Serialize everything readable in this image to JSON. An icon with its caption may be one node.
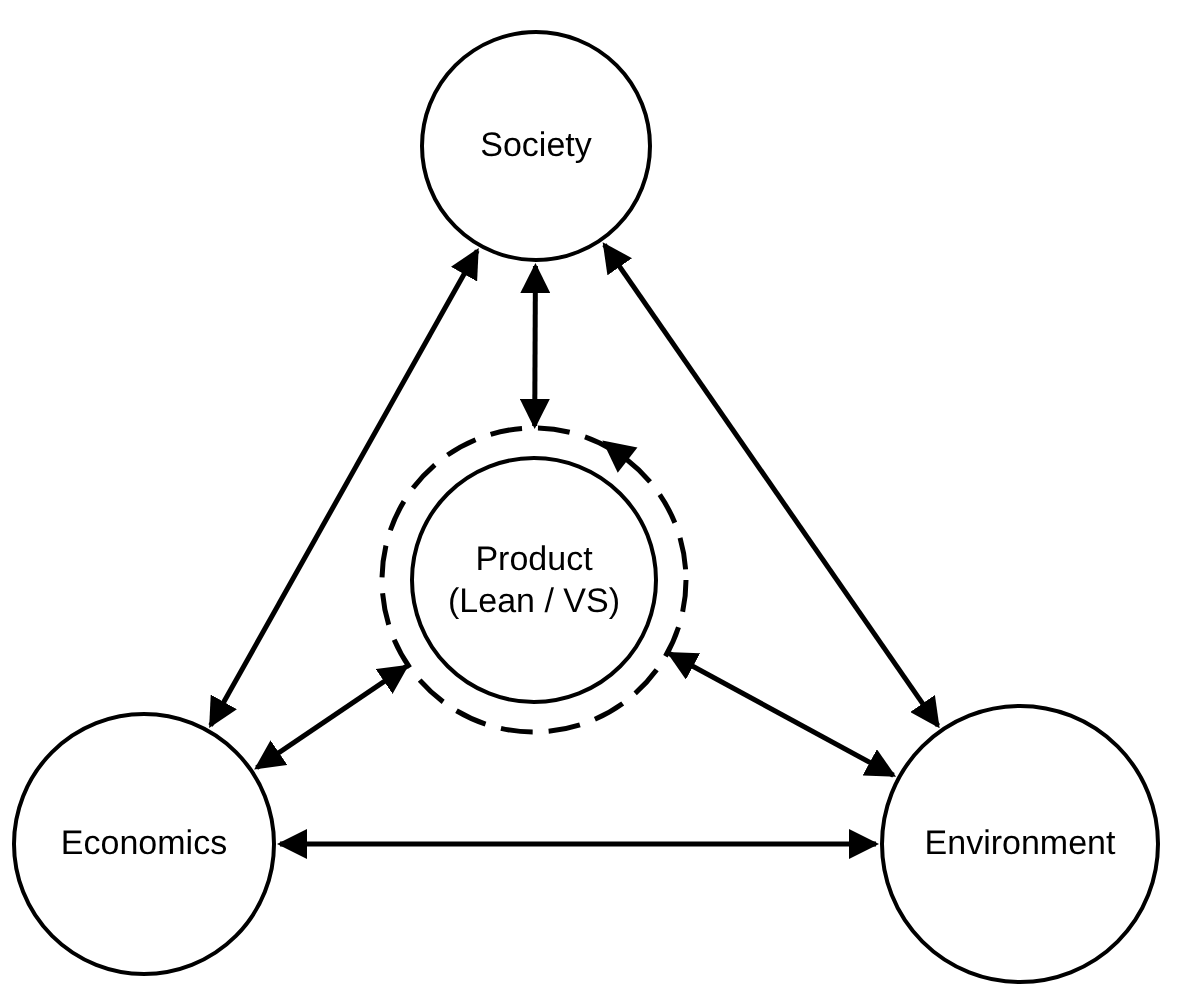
{
  "diagram": {
    "nodes": [
      {
        "text": [
          "Society"
        ]
      },
      {
        "text": [
          "Product (Lean / VS)"
        ]
      },
      {
        "text": [
          "Economics"
        ]
      },
      {
        "text": [
          "Environment"
        ]
      }
    ],
    "edges": [
      {
        "from": 0,
        "to": 2,
        "arrow": "both"
      },
      {
        "from": 0,
        "to": 3,
        "arrow": "both"
      },
      {
        "from": 0,
        "to": 1,
        "arrow": "both"
      },
      {
        "from": 1,
        "to": 2,
        "arrow": "both"
      },
      {
        "from": 1,
        "to": 3,
        "arrow": "both"
      },
      {
        "from": 2,
        "to": 3,
        "arrow": "both"
      }
    ]
  }
}
